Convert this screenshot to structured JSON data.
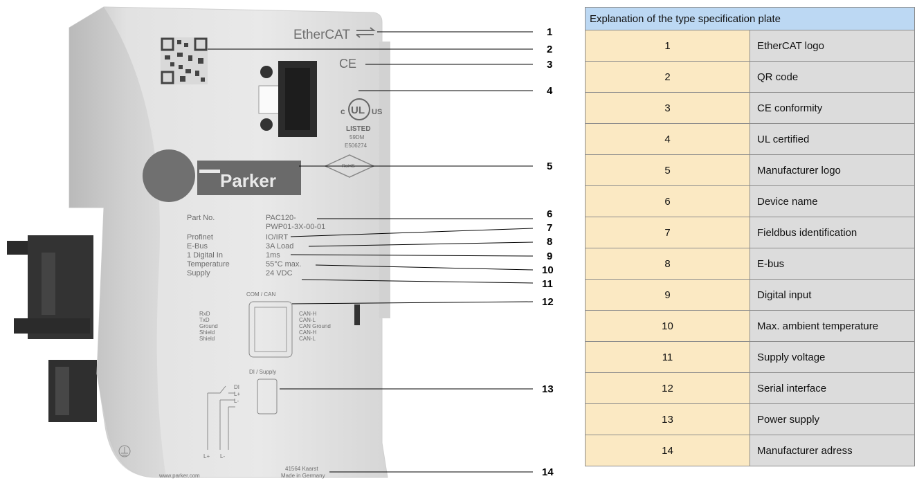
{
  "device": {
    "brand_logo": "EtherCAT",
    "manufacturer_logo": "Parker",
    "ul_mark": {
      "left": "c",
      "center": "UL",
      "right": "US",
      "listed": "LISTED",
      "code1": "59DM",
      "code2": "E506274"
    },
    "rohs": "RoHS",
    "specs": [
      {
        "label": "Part No.",
        "value": "PAC120-"
      },
      {
        "label": "",
        "value": "PWP01-3X-00-01"
      },
      {
        "label": "Profinet",
        "value": "IO/IRT"
      },
      {
        "label": "E-Bus",
        "value": "3A Load"
      },
      {
        "label": "1 Digital In",
        "value": "1ms"
      },
      {
        "label": "Temperature",
        "value": "55°C max."
      },
      {
        "label": "Supply",
        "value": "24 VDC"
      }
    ],
    "com_can_title": "COM / CAN",
    "com_left_pins": [
      "RxD",
      "TxD",
      "Ground",
      "Shield",
      "Shield"
    ],
    "com_right_pins": [
      "CAN-H",
      "CAN-L",
      "CAN Ground",
      "CAN-H",
      "CAN-L"
    ],
    "di_supply_title": "DI / Supply",
    "di_pins": [
      "DI",
      "L+",
      "L-"
    ],
    "bottom_terminals": [
      "L+",
      "L-"
    ],
    "website": "www.parker.com",
    "address_line1": "41564 Kaarst",
    "address_line2": "Made in Germany"
  },
  "callouts": [
    "1",
    "2",
    "3",
    "4",
    "5",
    "6",
    "7",
    "8",
    "9",
    "10",
    "11",
    "12",
    "13",
    "14"
  ],
  "table": {
    "header": "Explanation of the type specification plate",
    "rows": [
      {
        "num": "1",
        "desc": "EtherCAT logo"
      },
      {
        "num": "2",
        "desc": "QR code"
      },
      {
        "num": "3",
        "desc": "CE conformity"
      },
      {
        "num": "4",
        "desc": "UL certified"
      },
      {
        "num": "5",
        "desc": "Manufacturer logo"
      },
      {
        "num": "6",
        "desc": "Device name"
      },
      {
        "num": "7",
        "desc": "Fieldbus identification"
      },
      {
        "num": "8",
        "desc": "E-bus"
      },
      {
        "num": "9",
        "desc": "Digital input"
      },
      {
        "num": "10",
        "desc": "Max. ambient temperature"
      },
      {
        "num": "11",
        "desc": "Supply voltage"
      },
      {
        "num": "12",
        "desc": "Serial interface"
      },
      {
        "num": "13",
        "desc": "Power supply"
      },
      {
        "num": "14",
        "desc": "Manufacturer adress"
      }
    ]
  }
}
